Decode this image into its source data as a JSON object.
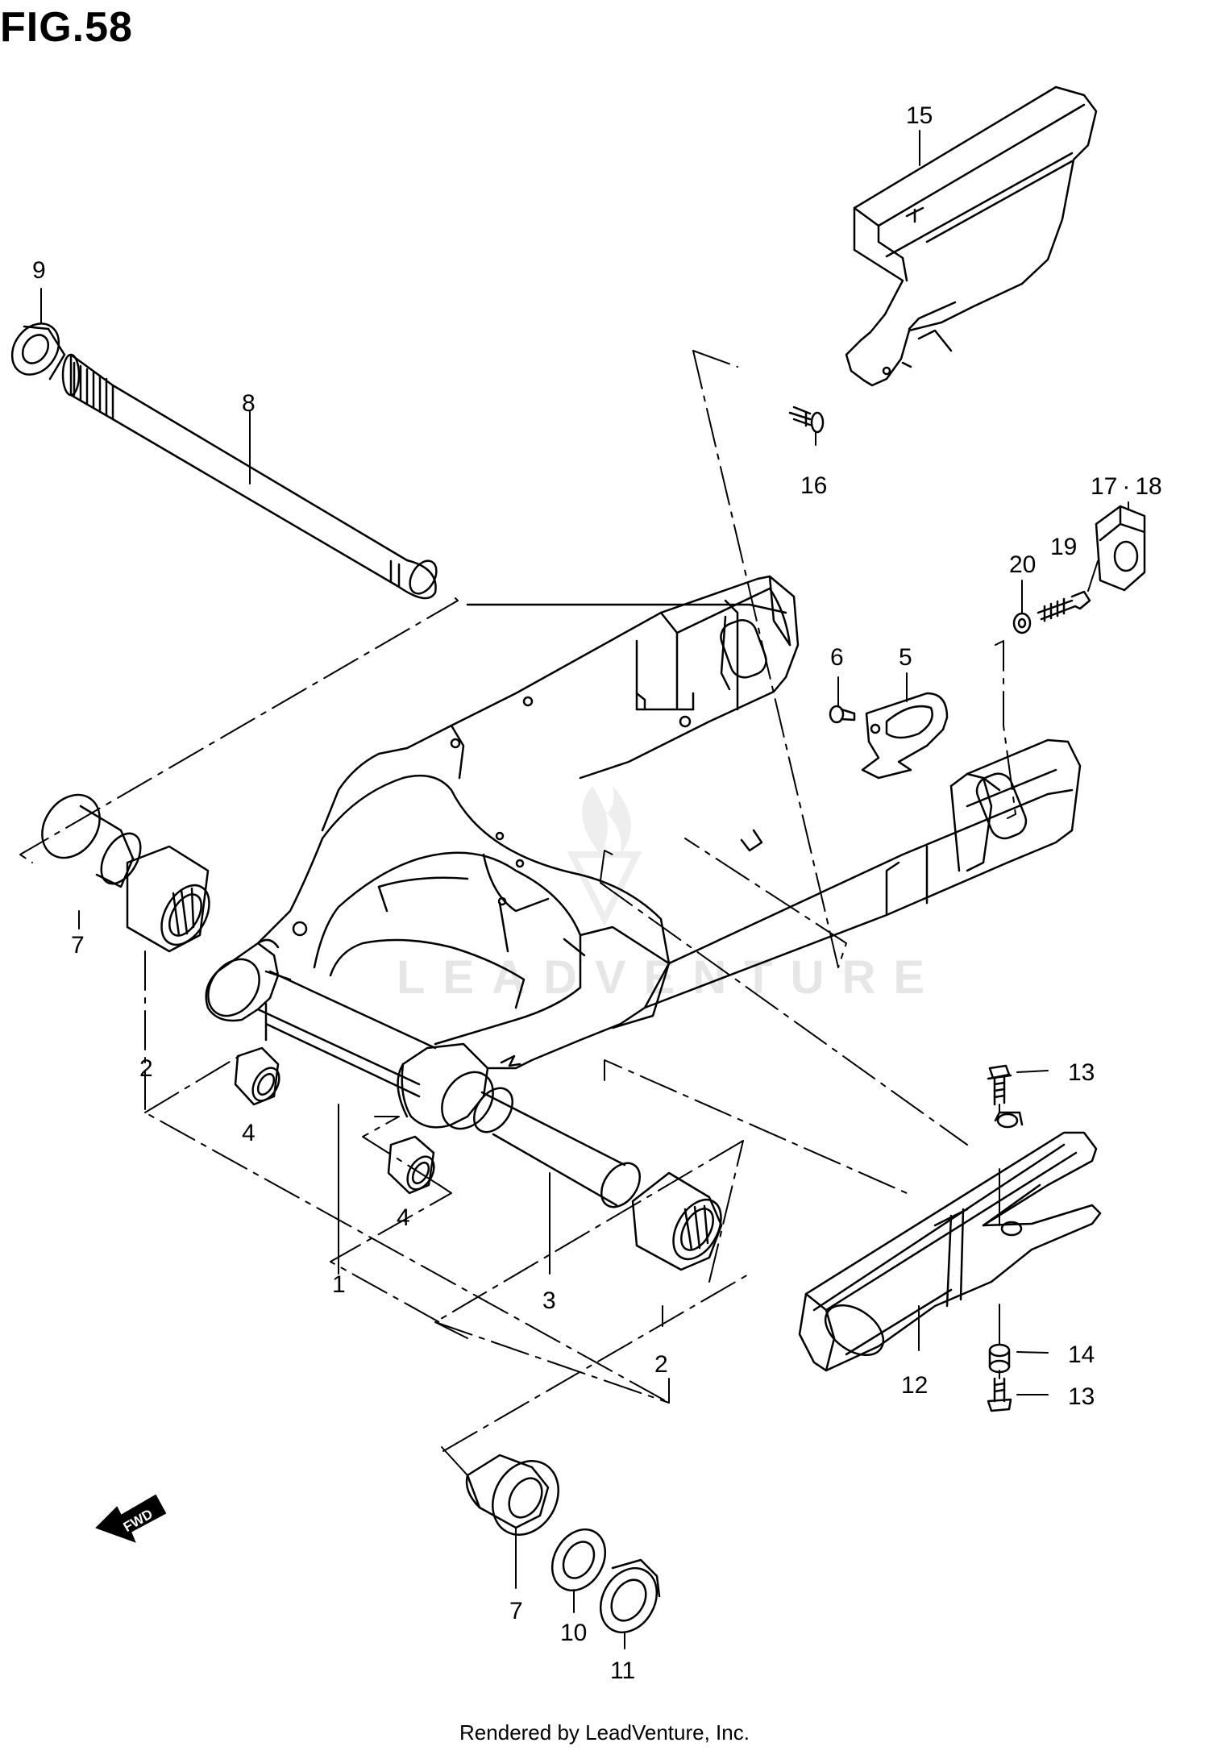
{
  "figure": {
    "title": "FIG.58",
    "footer": "Rendered by LeadVenture, Inc.",
    "watermark": "LEADVENTURE",
    "fwd_label": "FWD"
  },
  "callouts": [
    {
      "id": "c15",
      "label": "15"
    },
    {
      "id": "c9",
      "label": "9"
    },
    {
      "id": "c8",
      "label": "8"
    },
    {
      "id": "c16",
      "label": "16"
    },
    {
      "id": "c17_18",
      "label": "17 · 18"
    },
    {
      "id": "c19",
      "label": "19"
    },
    {
      "id": "c20",
      "label": "20"
    },
    {
      "id": "c6",
      "label": "6"
    },
    {
      "id": "c5",
      "label": "5"
    },
    {
      "id": "c7a",
      "label": "7"
    },
    {
      "id": "c2a",
      "label": "2"
    },
    {
      "id": "c4a",
      "label": "4"
    },
    {
      "id": "c4b",
      "label": "4"
    },
    {
      "id": "c1",
      "label": "1"
    },
    {
      "id": "c3",
      "label": "3"
    },
    {
      "id": "c2b",
      "label": "2"
    },
    {
      "id": "c13a",
      "label": "13"
    },
    {
      "id": "c14",
      "label": "14"
    },
    {
      "id": "c13b",
      "label": "13"
    },
    {
      "id": "c12",
      "label": "12"
    },
    {
      "id": "c7b",
      "label": "7"
    },
    {
      "id": "c10",
      "label": "10"
    },
    {
      "id": "c11",
      "label": "11"
    }
  ],
  "colors": {
    "line": "#000000",
    "background": "#ffffff",
    "watermark": "#e6e6e6"
  }
}
